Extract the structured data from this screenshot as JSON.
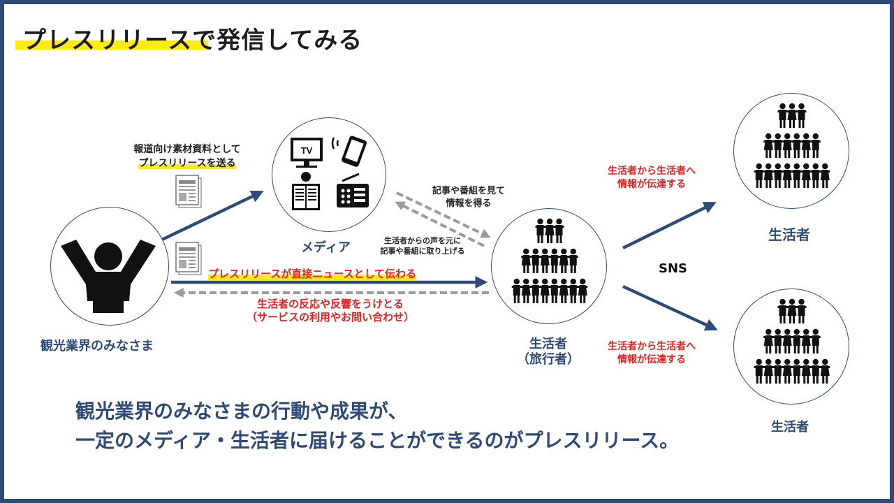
{
  "title": "プレスリリースで発信してみる",
  "industry": {
    "label": "観光業界のみなさま"
  },
  "media": {
    "label": "メディア",
    "tv_text": "TV"
  },
  "consumer_center": {
    "line1": "生活者",
    "line2": "（旅行者）"
  },
  "consumer_top": {
    "label": "生活者"
  },
  "consumer_bottom": {
    "label": "生活者"
  },
  "sns_label": "SNS",
  "flows": {
    "to_media_line1": "報道向け素材資料として",
    "to_media_line2": "プレスリリースを送る",
    "media_to_consumer_line1": "記事や番組を見て",
    "media_to_consumer_line2": "情報を得る",
    "consumer_to_media_line1": "生活者からの声を元に",
    "consumer_to_media_line2": "記事や番組に取り上げる",
    "direct_news": "プレスリリースが直接ニュースとして伝わる",
    "feedback_line1": "生活者の反応や反響をうけとる",
    "feedback_line2": "（サービスの利用やお問い合わせ）",
    "share_top_line1": "生活者から生活者へ",
    "share_top_line2": "情報が伝達する",
    "share_bottom_line1": "生活者から生活者へ",
    "share_bottom_line2": "情報が伝達する"
  },
  "summary": {
    "line1": "観光業界のみなさまの行動や成果が、",
    "line2": "一定のメディア・生活者に届けることができるのがプレスリリース。"
  },
  "colors": {
    "navy": "#2e4a78",
    "red": "#e8201c",
    "highlight": "#ffeb14",
    "gray": "#8a8a8a"
  }
}
